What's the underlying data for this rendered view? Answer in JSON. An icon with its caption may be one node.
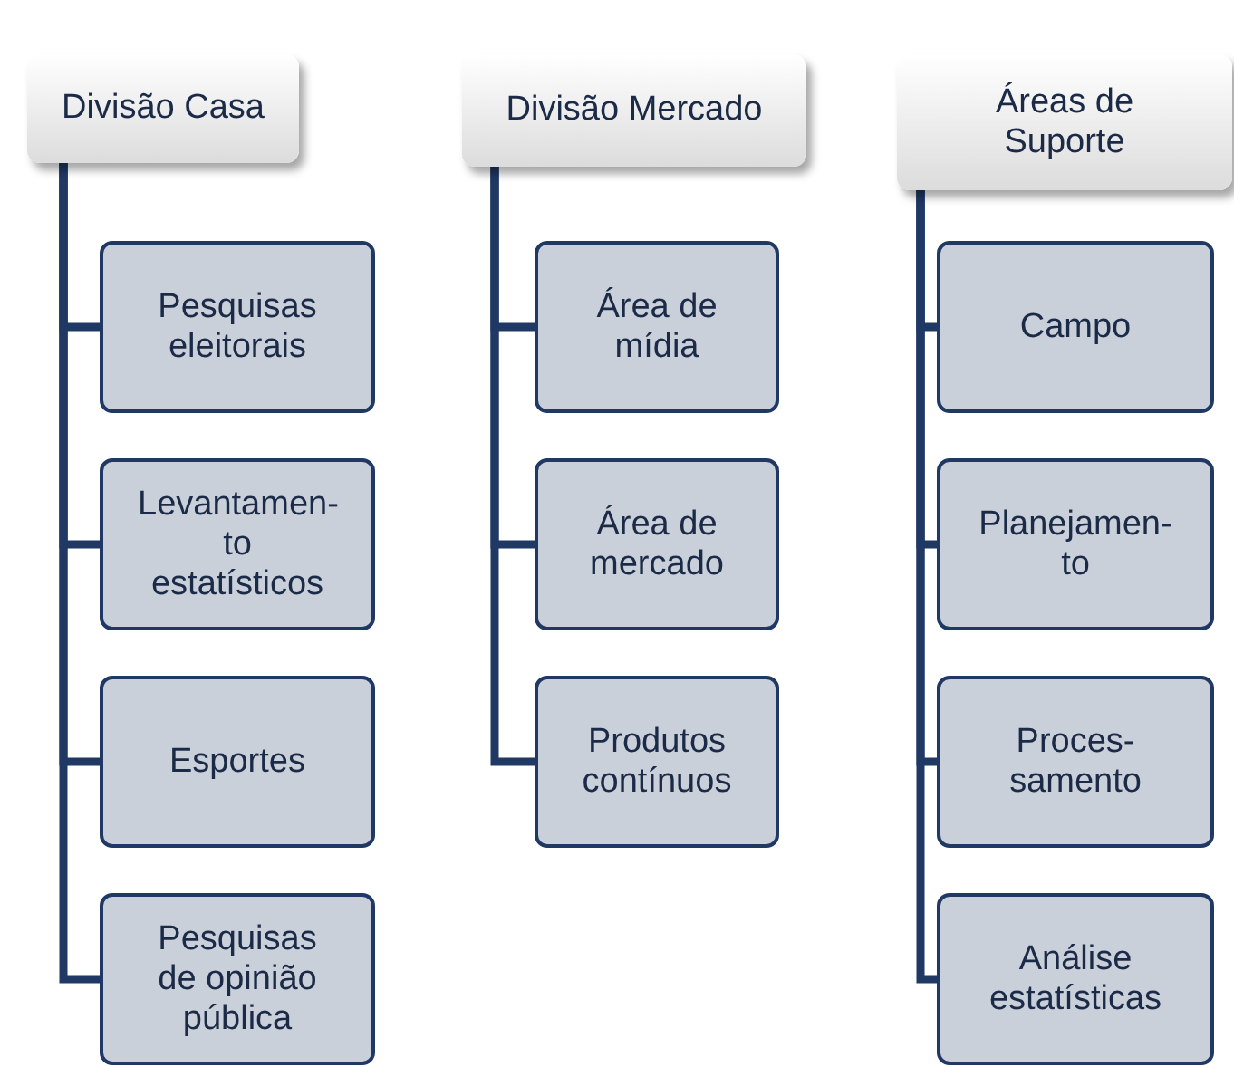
{
  "diagram": {
    "nodes": [
      {
        "text": [
          "Divisão Casa"
        ]
      },
      {
        "text": [
          "Pesquisas eleitorais"
        ]
      },
      {
        "text": [
          "Levantamen-to estatísticos"
        ]
      },
      {
        "text": [
          "Esportes"
        ]
      },
      {
        "text": [
          "Pesquisas de opinião pública"
        ]
      },
      {
        "text": [
          "Divisão Mercado"
        ]
      },
      {
        "text": [
          "Área de mídia"
        ]
      },
      {
        "text": [
          "Área de mercado"
        ]
      },
      {
        "text": [
          "Produtos contínuos"
        ]
      },
      {
        "text": [
          "Áreas de Suporte"
        ]
      },
      {
        "text": [
          "Campo"
        ]
      },
      {
        "text": [
          "Planejamen-to"
        ]
      },
      {
        "text": [
          "Proces-samento"
        ]
      },
      {
        "text": [
          "Análise estatísticas"
        ]
      }
    ],
    "edges": [
      {
        "from": 0,
        "to": 1,
        "arrow": "none"
      },
      {
        "from": 0,
        "to": 2,
        "arrow": "none"
      },
      {
        "from": 0,
        "to": 3,
        "arrow": "none"
      },
      {
        "from": 0,
        "to": 4,
        "arrow": "none"
      },
      {
        "from": 5,
        "to": 6,
        "arrow": "none"
      },
      {
        "from": 5,
        "to": 7,
        "arrow": "none"
      },
      {
        "from": 5,
        "to": 8,
        "arrow": "none"
      },
      {
        "from": 9,
        "to": 10,
        "arrow": "none"
      },
      {
        "from": 9,
        "to": 11,
        "arrow": "none"
      },
      {
        "from": 9,
        "to": 12,
        "arrow": "none"
      },
      {
        "from": 9,
        "to": 13,
        "arrow": "none"
      }
    ]
  }
}
